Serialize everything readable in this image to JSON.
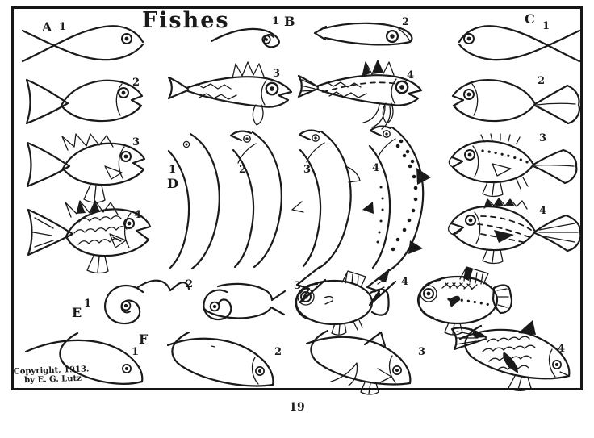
{
  "page": {
    "title": "Fishes",
    "page_number": "19",
    "copyright_line1": "Copyright, 1913.",
    "copyright_line2": "by E. G. Lutz"
  },
  "sections": [
    {
      "label": "A",
      "steps": [
        "1",
        "2",
        "3",
        "4"
      ]
    },
    {
      "label": "B",
      "steps": [
        "1",
        "2",
        "3",
        "4"
      ]
    },
    {
      "label": "C",
      "steps": [
        "1",
        "2",
        "3",
        "4"
      ]
    },
    {
      "label": "D",
      "steps": [
        "1",
        "2",
        "3",
        "4"
      ]
    },
    {
      "label": "E",
      "steps": [
        "1",
        "2",
        "3",
        "4"
      ]
    },
    {
      "label": "F",
      "steps": [
        "1",
        "2",
        "3",
        "4"
      ]
    }
  ],
  "colors": {
    "ink": "#1a1a1a",
    "paper": "#ffffff"
  }
}
